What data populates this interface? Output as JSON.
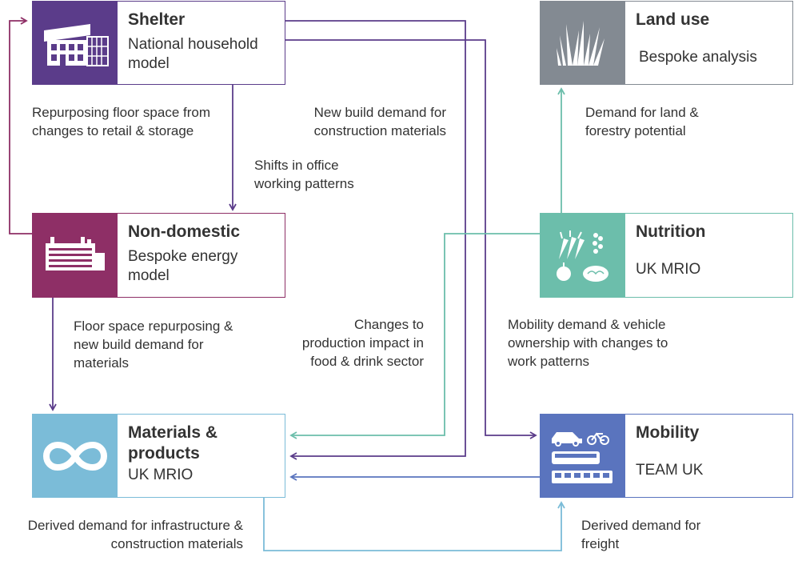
{
  "colors": {
    "shelter": "#5b3c8a",
    "nondomestic": "#8e2f66",
    "materials": "#7bbcd8",
    "landuse": "#838a92",
    "nutrition": "#6cbeab",
    "mobility": "#5a74be"
  },
  "boxes": {
    "shelter": {
      "title": "Shelter",
      "sub": "National household model",
      "icon": "house-icon"
    },
    "nondomestic": {
      "title": "Non-domestic",
      "sub": "Bespoke energy model",
      "icon": "factory-icon"
    },
    "materials": {
      "title": "Materials & products",
      "sub": "UK MRIO",
      "icon": "infinity-icon"
    },
    "landuse": {
      "title": "Land use",
      "sub": "Bespoke analysis",
      "icon": "grass-icon"
    },
    "nutrition": {
      "title": "Nutrition",
      "sub": "UK MRIO",
      "icon": "vegetables-icon"
    },
    "mobility": {
      "title": "Mobility",
      "sub": "TEAM UK",
      "icon": "vehicles-icon"
    }
  },
  "labels": {
    "repurposing": "Repurposing floor space from changes to retail & storage",
    "new_build": "New build demand for construction materials",
    "shifts_office": "Shifts in office working patterns",
    "demand_land": "Demand for land & forestry potential",
    "floor_space": "Floor space repurposing & new build demand for materials",
    "production_impact": "Changes to production impact in food & drink sector",
    "mobility_demand": "Mobility demand & vehicle ownership with changes to work patterns",
    "derived_infra": "Derived demand for infrastructure & construction materials",
    "derived_freight": "Derived demand for freight"
  }
}
